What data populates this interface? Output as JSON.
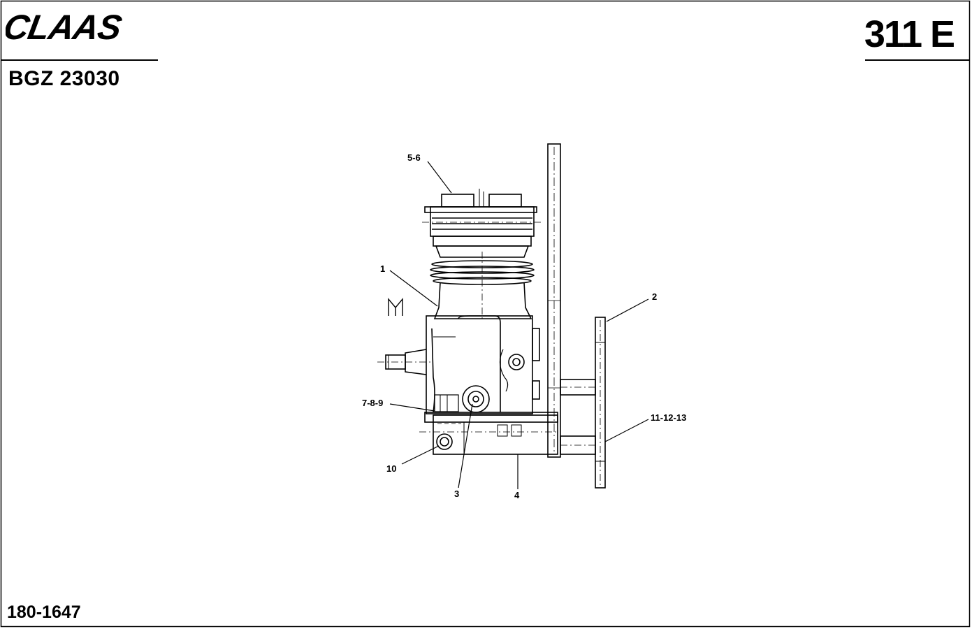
{
  "header": {
    "brand": "CLAAS",
    "drawing_code": "BGZ 23030",
    "plate_number": "311 E"
  },
  "footer": {
    "part_number": "180-1647"
  },
  "callouts": {
    "c56": "5-6",
    "c1": "1",
    "c2": "2",
    "c789": "7-8-9",
    "c111213": "11-12-13",
    "c10": "10",
    "c3": "3",
    "c4": "4"
  },
  "colors": {
    "ink": "#000000",
    "paper": "#ffffff"
  }
}
